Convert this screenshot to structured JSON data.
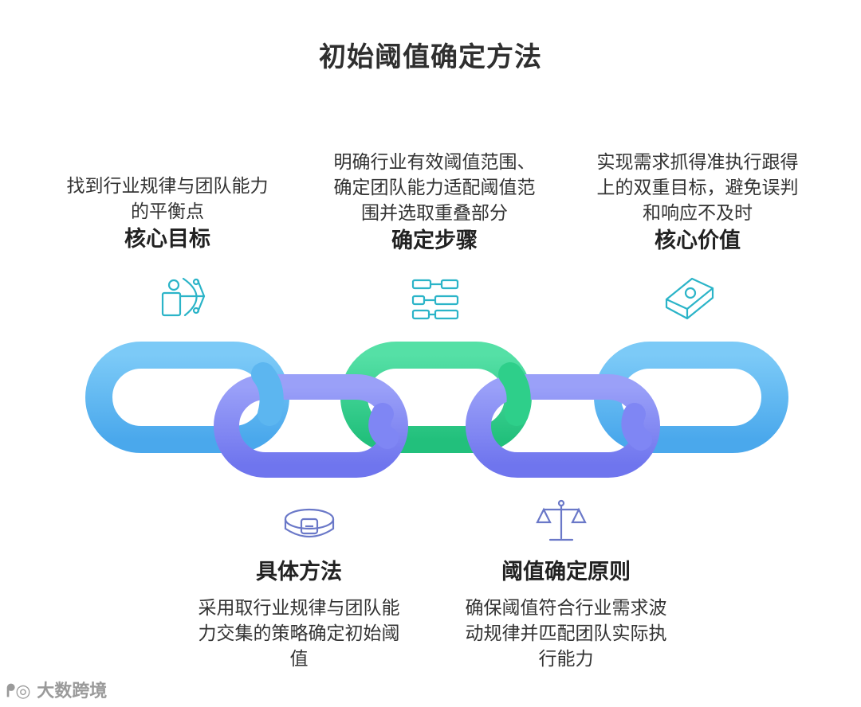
{
  "title": "初始阈值确定方法",
  "top": [
    {
      "heading": "核心目标",
      "desc_lines": [
        "找到行业规律与团队能力",
        "的平衡点"
      ]
    },
    {
      "heading": "确定步骤",
      "desc_lines": [
        "明确行业有效阈值范围、",
        "确定团队能力适配阈值范",
        "围并选取重叠部分"
      ]
    },
    {
      "heading": "核心价值",
      "desc_lines": [
        "实现需求抓得准执行跟得",
        "上的双重目标，避免误判",
        "和响应不及时"
      ]
    }
  ],
  "bottom": [
    {
      "heading": "具体方法",
      "desc_lines": [
        "采用取行业规律与团队能",
        "力交集的策略确定初始阈",
        "值"
      ]
    },
    {
      "heading": "阈值确定原则",
      "desc_lines": [
        "确保阈值符合行业需求波",
        "动规律并匹配团队实际执",
        "行能力"
      ]
    }
  ],
  "icons": [
    "archer-target-icon",
    "flowchart-icon",
    "gold-bar-icon",
    "belt-icon",
    "balance-scale-icon"
  ],
  "colors": {
    "blue": "#5cb6f0",
    "purple": "#7f86f4",
    "green": "#2ecf8a",
    "icon_teal": "#2bb4c8"
  },
  "watermark": "大数跨境"
}
